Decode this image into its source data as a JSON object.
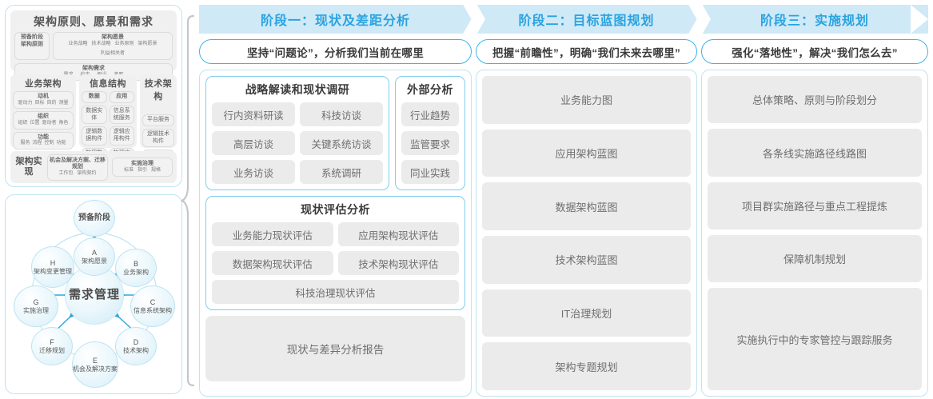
{
  "left_panel": {
    "architecture_framework": {
      "title": "架构原则、愿景和需求",
      "prep": {
        "line1": "预备阶段",
        "line2": "架构原则"
      },
      "vision": {
        "title": "架构愿景",
        "terms": [
          "业务战略",
          "技术战略",
          "业务原则",
          "架构愿景",
          "利益相关者"
        ]
      },
      "requirements": {
        "title": "架构需求",
        "terms": [
          "需求",
          "约束",
          "假设",
          "差距"
        ]
      },
      "columns": [
        {
          "header": "业务架构",
          "cells": [
            {
              "title": "动机",
              "terms": [
                "驱动力",
                "目标",
                "目的",
                "测量"
              ]
            },
            {
              "title": "组织",
              "terms": [
                "组织",
                "位置",
                "驱动者",
                "角色"
              ]
            },
            {
              "title": "功能",
              "terms": [
                "服务",
                "流程",
                "控制",
                "功能"
              ]
            }
          ]
        },
        {
          "header": "信息结构",
          "left_cells": [
            {
              "title": "数据",
              "terms": []
            },
            {
              "title": "数据实体",
              "terms": []
            },
            {
              "title": "逻辑数据构件",
              "terms": []
            },
            {
              "title": "物理数据构件",
              "terms": []
            }
          ],
          "right_cells": [
            {
              "title": "应用",
              "terms": []
            },
            {
              "title": "信息系统服务",
              "terms": []
            },
            {
              "title": "逻辑应用构件",
              "terms": []
            },
            {
              "title": "物理应用构件",
              "terms": []
            }
          ]
        },
        {
          "header": "技术架构",
          "cells": [
            {
              "title": "平台服务",
              "terms": []
            },
            {
              "title": "逻辑技术构件",
              "terms": []
            },
            {
              "title": "物理技术构件",
              "terms": []
            }
          ]
        }
      ],
      "implementation": {
        "label": "架构实现",
        "items": [
          {
            "title": "机会及解决方案、迁移规划",
            "terms": [
              "工作包",
              "架构契约"
            ]
          },
          {
            "title": "实施治理",
            "terms": [
              "标准",
              "指引",
              "规格"
            ]
          }
        ]
      }
    },
    "adm_wheel": {
      "center": "需求管理",
      "preliminary": "预备阶段",
      "nodes": [
        {
          "key": "A",
          "label": "架构愿景"
        },
        {
          "key": "B",
          "label": "业务架构"
        },
        {
          "key": "C",
          "label": "信息系统架构"
        },
        {
          "key": "D",
          "label": "技术架构"
        },
        {
          "key": "E",
          "label": "机会及解决方案"
        },
        {
          "key": "F",
          "label": "迁移规划"
        },
        {
          "key": "G",
          "label": "实施治理"
        },
        {
          "key": "H",
          "label": "架构变更管理"
        }
      ]
    }
  },
  "phases": [
    {
      "band_title": "阶段一：现状及差距分析",
      "caption": "坚持“问题论”，分析我们当前在哪里",
      "groups": [
        {
          "title": "战略解读和现状调研",
          "items": [
            "行内资料研读",
            "科技访谈",
            "高层访谈",
            "关键系统访谈",
            "业务访谈",
            "系统调研"
          ]
        },
        {
          "title": "外部分析",
          "items": [
            "行业趋势",
            "监管要求",
            "同业实践"
          ]
        },
        {
          "title": "现状评估分析",
          "items": [
            "业务能力现状评估",
            "应用架构现状评估",
            "数据架构现状评估",
            "技术架构现状评估",
            "科技治理现状评估"
          ]
        }
      ],
      "report": "现状与差异分析报告"
    },
    {
      "band_title": "阶段二：目标蓝图规划",
      "caption": "把握“前瞻性”，明确“我们未来去哪里”",
      "items": [
        "业务能力图",
        "应用架构蓝图",
        "数据架构蓝图",
        "技术架构蓝图",
        "IT治理规划",
        "架构专题规划"
      ]
    },
    {
      "band_title": "阶段三：实施规划",
      "caption": "强化“落地性”，解决“我们怎么去”",
      "items": [
        "总体策略、原则与阶段划分",
        "各条线实施路径线路图",
        "项目群实施路径与重点工程提炼",
        "保障机制规划",
        "实施执行中的专家管控与跟踪服务"
      ]
    }
  ],
  "colors": {
    "band_bg": "#cfe9f7",
    "band_text": "#29a3e0",
    "accent_border": "#40b3e8",
    "soft_border": "#bfe3f2",
    "pill_bg": "#ebebeb",
    "pill_text": "#6e6e6e",
    "gray_panel": "#f0f0f0"
  }
}
